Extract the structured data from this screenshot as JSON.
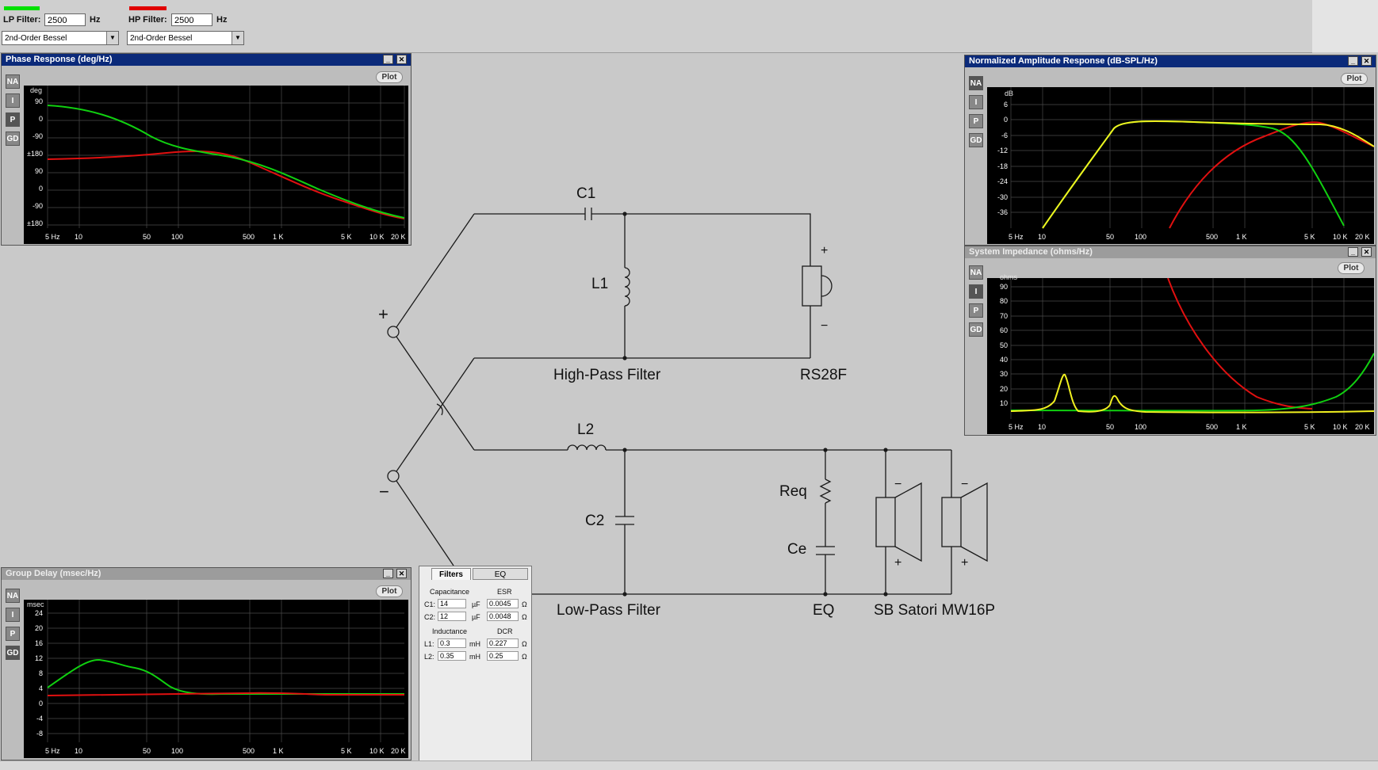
{
  "toolbar": {
    "lp_label": "LP Filter:",
    "lp_value": "2500",
    "lp_unit": "Hz",
    "hp_label": "HP Filter:",
    "hp_value": "2500",
    "hp_unit": "Hz",
    "lp_type": "2nd-Order Bessel",
    "hp_type": "2nd-Order Bessel",
    "lp_color": "#00e000",
    "hp_color": "#e00000"
  },
  "side_buttons": [
    "NA",
    "I",
    "P",
    "GD"
  ],
  "plot_label": "Plot",
  "x_ticks": [
    "5 Hz",
    "10",
    "50",
    "100",
    "500",
    "1 K",
    "5 K",
    "10 K",
    "20 K"
  ],
  "windows": {
    "phase": {
      "title": "Phase Response (deg/Hz)",
      "unit": "deg",
      "y_ticks": [
        "90",
        "0",
        "-90",
        "±180",
        "90",
        "0",
        "-90",
        "±180"
      ]
    },
    "amp": {
      "title": "Normalized Amplitude Response (dB-SPL/Hz)",
      "unit": "dB",
      "y_ticks": [
        "6",
        "0",
        "-6",
        "-12",
        "-18",
        "-24",
        "-30",
        "-36"
      ]
    },
    "imp": {
      "title": "System Impedance (ohms/Hz)",
      "unit": "ohms",
      "y_ticks": [
        "90",
        "80",
        "70",
        "60",
        "50",
        "40",
        "30",
        "20",
        "10"
      ]
    },
    "gd": {
      "title": "Group Delay (msec/Hz)",
      "unit": "msec",
      "y_ticks": [
        "24",
        "20",
        "16",
        "12",
        "8",
        "4",
        "0",
        "-4",
        "-8"
      ]
    }
  },
  "schematic": {
    "c1": "C1",
    "l1": "L1",
    "l2": "L2",
    "c2": "C2",
    "req": "Req",
    "ce": "Ce",
    "hp_filter": "High-Pass Filter",
    "tweeter": "RS28F",
    "lp_filter": "Low-Pass Filter",
    "eq": "EQ",
    "woofer": "SB Satori MW16P",
    "plus": "+",
    "minus": "−"
  },
  "panel": {
    "tab_filters": "Filters",
    "tab_eq": "EQ",
    "cap_header": "Capacitance",
    "esr_header": "ESR",
    "ind_header": "Inductance",
    "dcr_header": "DCR",
    "c1_label": "C1:",
    "c1_value": "14",
    "c1_unit": "µF",
    "c1_esr": "0.0045",
    "c2_label": "C2:",
    "c2_value": "12",
    "c2_unit": "µF",
    "c2_esr": "0.0048",
    "l1_label": "L1:",
    "l1_value": "0.3",
    "l1_unit": "mH",
    "l1_dcr": "0.227",
    "l2_label": "L2:",
    "l2_value": "0.35",
    "l2_unit": "mH",
    "l2_dcr": "0.25",
    "ohm": "Ω"
  }
}
